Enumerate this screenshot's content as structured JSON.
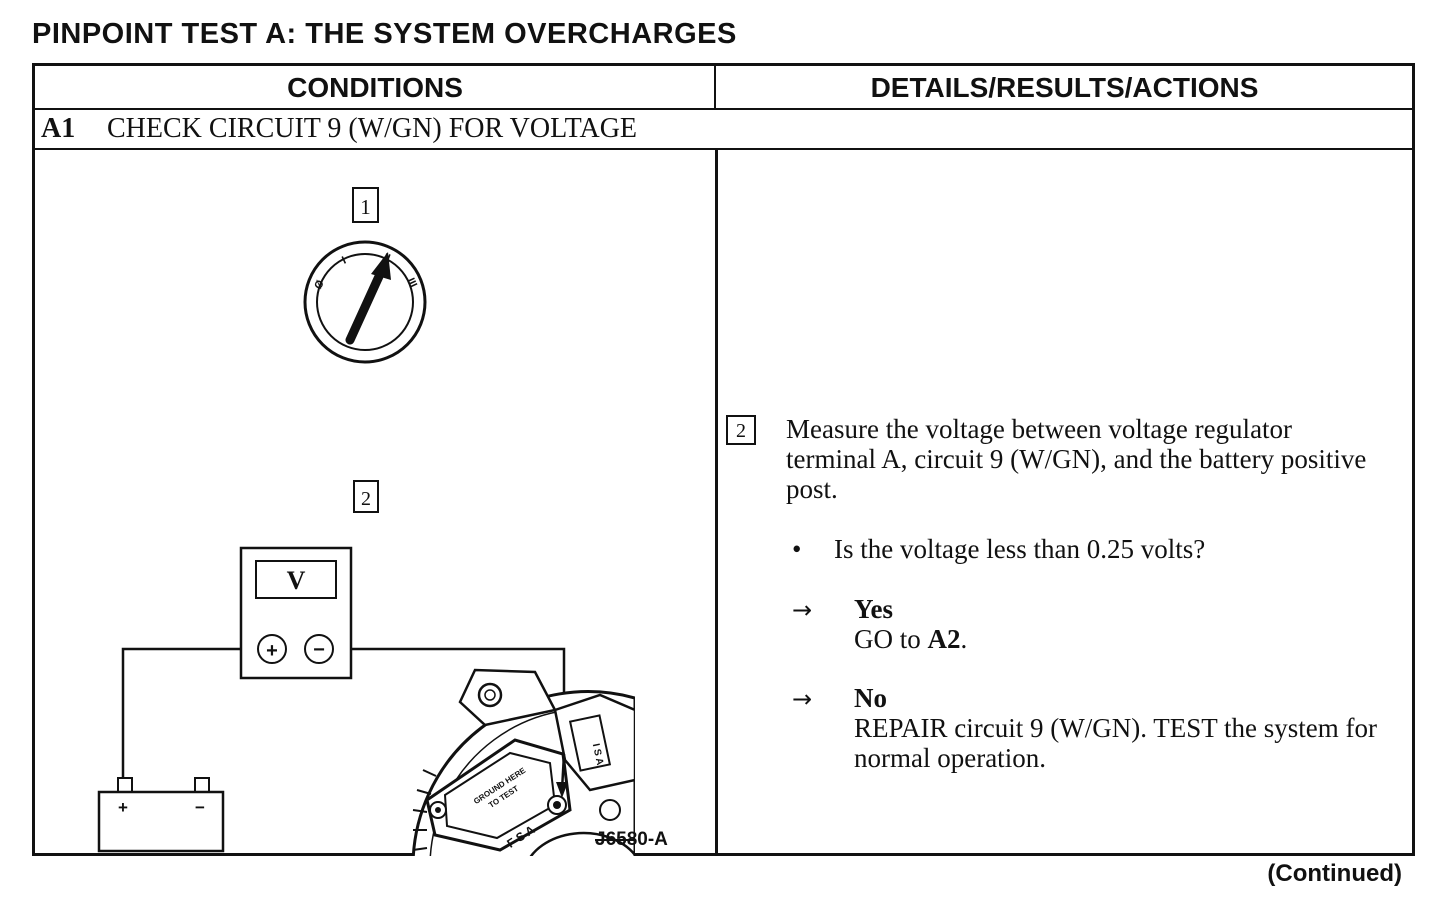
{
  "page": {
    "title": "PINPOINT TEST A: THE SYSTEM OVERCHARGES",
    "continued": "(Continued)"
  },
  "table": {
    "headers": {
      "conditions": "CONDITIONS",
      "details": "DETAILS/RESULTS/ACTIONS"
    },
    "step": {
      "id": "A1",
      "title": "CHECK CIRCUIT 9 (W/GN) FOR VOLTAGE"
    }
  },
  "diagram": {
    "callout_1": "1",
    "callout_2": "2",
    "ignition_positions": [
      "Ø",
      "I",
      "II",
      "III"
    ],
    "meter_label": "V",
    "meter_plus": "+",
    "meter_minus": "−",
    "battery_plus": "+",
    "battery_minus": "−",
    "regulator_label_line1": "GROUND HERE",
    "regulator_label_line2": "TO TEST",
    "regulator_terminals": "F  S  A",
    "connector_marking": "I S A",
    "figure_id": "J6580-A"
  },
  "details": {
    "step_number": "2",
    "instruction": "Measure the voltage between voltage regulator terminal A, circuit 9 (W/GN), and the battery positive post.",
    "bullet": "•",
    "question": "Is the voltage less than 0.25 volts?",
    "arrow": "→",
    "yes": {
      "label": "Yes",
      "action_prefix": "GO to ",
      "action_target": "A2",
      "action_suffix": "."
    },
    "no": {
      "label": "No",
      "action": "REPAIR circuit 9 (W/GN). TEST the system for normal operation."
    }
  }
}
